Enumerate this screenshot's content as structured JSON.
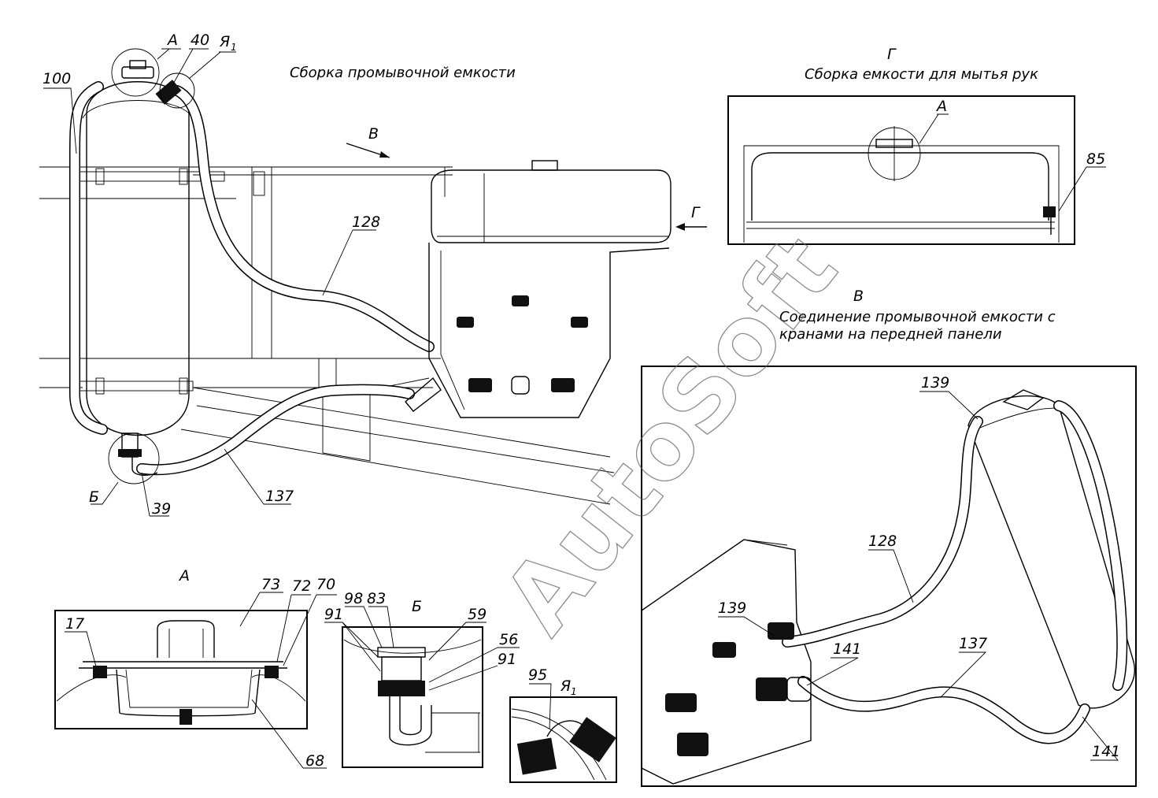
{
  "titles": {
    "main_assembly": "Сборка промывочной емкости",
    "view_g_letter": "Г",
    "view_g_title": "Сборка емкости для мытья рук",
    "view_v_letter": "В",
    "view_v_title_line1": "Соединение промывочной емкости с",
    "view_v_title_line2": "кранами на передней панели",
    "detail_a": "А",
    "detail_b": "Б",
    "detail_ya": "Я"
  },
  "arrows": {
    "v": "В",
    "g": "Г"
  },
  "callouts": {
    "main": {
      "a": "А",
      "n40": "40",
      "ya1": "Я",
      "n100": "100",
      "n128": "128",
      "b": "Б",
      "n39": "39",
      "n137": "137"
    },
    "view_g": {
      "a": "А",
      "n85": "85"
    },
    "view_v": {
      "n139a": "139",
      "n128": "128",
      "n139b": "139",
      "n141a": "141",
      "n137": "137",
      "n141b": "141"
    },
    "detail_a": {
      "n73": "73",
      "n72": "72",
      "n70": "70",
      "n17": "17",
      "n68": "68"
    },
    "detail_b": {
      "n98": "98",
      "n83": "83",
      "n91a": "91",
      "n59": "59",
      "n56": "56",
      "n91b": "91"
    },
    "detail_ya": {
      "n95": "95"
    },
    "subscript": "1"
  },
  "watermark": "AutoSoft"
}
